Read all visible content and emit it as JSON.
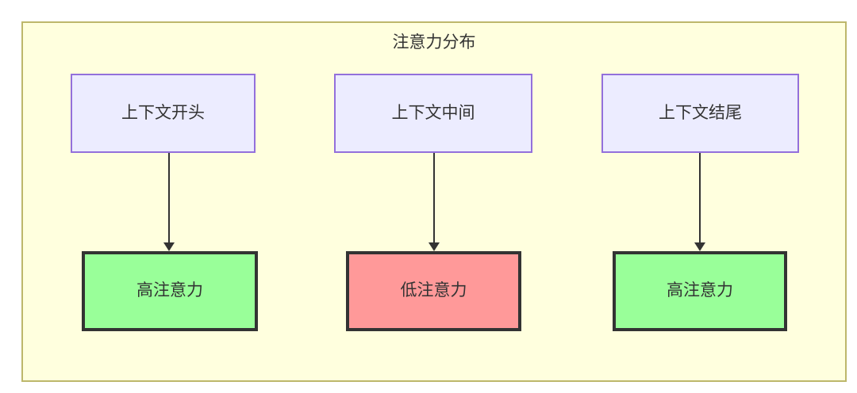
{
  "diagram": {
    "title": "注意力分布",
    "type": "flowchart",
    "direction": "top-to-bottom",
    "container": {
      "label": "注意力分布",
      "fill_color": "#ffffde",
      "border_color": "#bdb76b"
    },
    "nodes": [
      {
        "id": "ctx-start",
        "label": "上下文开头",
        "group": "context",
        "fill_color": "#ececff",
        "border_color": "#9370db",
        "text_color": "#333333"
      },
      {
        "id": "ctx-middle",
        "label": "上下文中间",
        "group": "context",
        "fill_color": "#ececff",
        "border_color": "#9370db",
        "text_color": "#333333"
      },
      {
        "id": "ctx-end",
        "label": "上下文结尾",
        "group": "context",
        "fill_color": "#ececff",
        "border_color": "#9370db",
        "text_color": "#333333"
      },
      {
        "id": "attn-start",
        "label": "高注意力",
        "group": "attention",
        "level": "high",
        "fill_color": "#99ff99",
        "border_color": "#333333",
        "text_color": "#333333"
      },
      {
        "id": "attn-middle",
        "label": "低注意力",
        "group": "attention",
        "level": "low",
        "fill_color": "#ff9999",
        "border_color": "#333333",
        "text_color": "#333333"
      },
      {
        "id": "attn-end",
        "label": "高注意力",
        "group": "attention",
        "level": "high",
        "fill_color": "#99ff99",
        "border_color": "#333333",
        "text_color": "#333333"
      }
    ],
    "edges": [
      {
        "id": "edge-start",
        "from": "ctx-start",
        "to": "attn-start",
        "label": "",
        "arrow": "arrow-down-icon"
      },
      {
        "id": "edge-middle",
        "from": "ctx-middle",
        "to": "attn-middle",
        "label": "",
        "arrow": "arrow-down-icon"
      },
      {
        "id": "edge-end",
        "from": "ctx-end",
        "to": "attn-end",
        "label": "",
        "arrow": "arrow-down-icon"
      }
    ]
  }
}
